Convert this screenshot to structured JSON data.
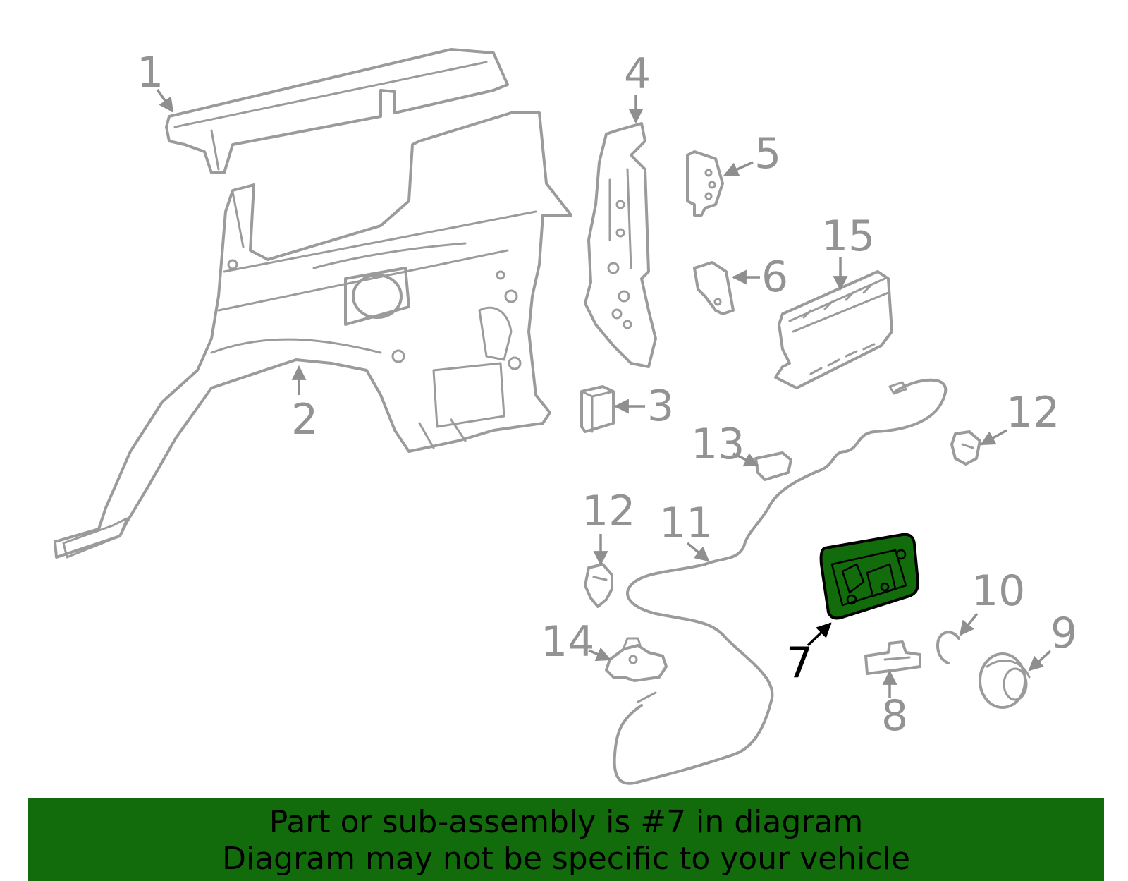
{
  "diagram": {
    "highlight_color": "#136c0c",
    "highlighted_part": "7",
    "callouts": [
      "1",
      "2",
      "3",
      "4",
      "5",
      "6",
      "7",
      "8",
      "9",
      "10",
      "11",
      "12",
      "12",
      "13",
      "14",
      "15"
    ]
  },
  "banner": {
    "line1": "Part or sub-assembly is #7 in diagram",
    "line2": "Diagram may not be specific to your vehicle"
  }
}
